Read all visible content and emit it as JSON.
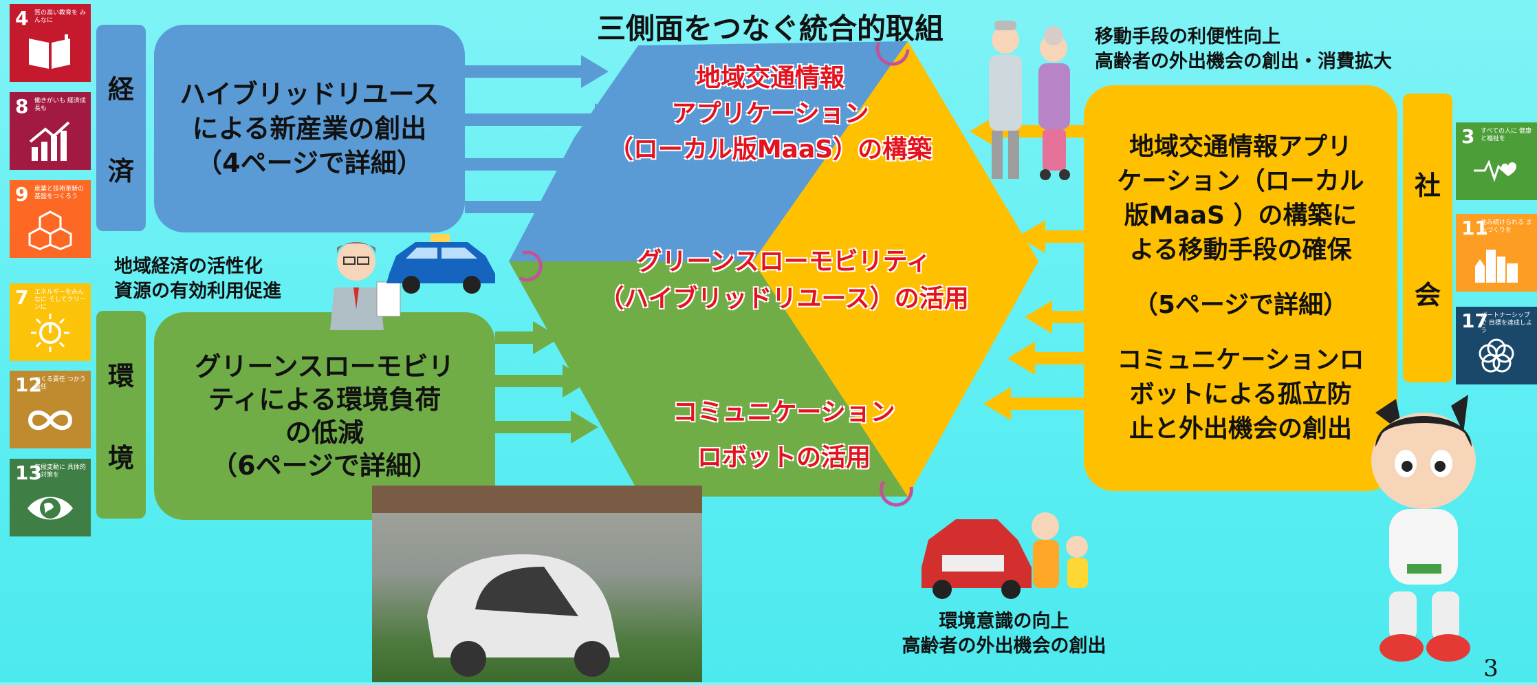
{
  "title": "三側面をつなぐ統合的取組",
  "page_number": "3",
  "sections": {
    "economy": "経済",
    "economy_chars": [
      "経",
      "済"
    ],
    "environment_chars": [
      "環",
      "境"
    ],
    "society_chars": [
      "社",
      "会"
    ]
  },
  "panels": {
    "economy_lines": [
      "ハイブリッドリユース",
      "による新産業の創出",
      "（4ページで詳細）"
    ],
    "environment_lines": [
      "グリーンスローモビリ",
      "ティによる環境負荷",
      "の低減",
      "（6ページで詳細）"
    ],
    "society_lines": [
      "地域交通情報アプリ",
      "ケーション（ローカル",
      "版MaaS ）の構築に",
      "よる移動手段の確保",
      "",
      "（5ページで詳細）",
      "",
      "コミュニケーションロ",
      "ボットによる孤立防",
      "止と外出機会の創出"
    ]
  },
  "center": {
    "top_lines": [
      "地域交通情報",
      "アプリケーション",
      "（ローカル版MaaS）の構築"
    ],
    "middle_lines": [
      "グリーンスローモビリティ",
      "（ハイブリッドリユース）の活用"
    ],
    "bottom_lines": [
      "コミュニケーション",
      "ロボットの活用"
    ]
  },
  "captions": {
    "top_right": [
      "移動手段の利便性向上",
      "高齢者の外出機会の創出・消費拡大"
    ],
    "left_mid": [
      "地域経済の活性化",
      "資源の有効利用促進"
    ],
    "bottom": [
      "環境意識の向上",
      "高齢者の外出機会の創出"
    ]
  },
  "sdgs": [
    {
      "number": "4",
      "label": "質の高い教育を みんなに",
      "color": "#c5192d",
      "icon": "book-icon"
    },
    {
      "number": "8",
      "label": "働きがいも 経済成長も",
      "color": "#a21942",
      "icon": "growth-chart-icon"
    },
    {
      "number": "9",
      "label": "産業と技術革新の 基盤をつくろう",
      "color": "#fd6925",
      "icon": "cubes-icon"
    },
    {
      "number": "7",
      "label": "エネルギーをみんなに そしてクリーンに",
      "color": "#fcc30b",
      "icon": "sun-power-icon"
    },
    {
      "number": "12",
      "label": "つくる責任 つかう責任",
      "color": "#bf8b2e",
      "icon": "infinity-icon"
    },
    {
      "number": "13",
      "label": "気候変動に 具体的な対策を",
      "color": "#3f7e44",
      "icon": "eye-earth-icon"
    },
    {
      "number": "3",
      "label": "すべての人に 健康と福祉を",
      "color": "#4c9f38",
      "icon": "heartbeat-icon"
    },
    {
      "number": "11",
      "label": "住み続けられる まちづくりを",
      "color": "#fd9d24",
      "icon": "city-icon"
    },
    {
      "number": "17",
      "label": "パートナーシップで 目標を達成しよう",
      "color": "#19486a",
      "icon": "flower-rings-icon"
    }
  ],
  "colors": {
    "economy": "#5b9bd5",
    "environment": "#70ad47",
    "society": "#ffc000",
    "highlight": "#e3121e"
  }
}
